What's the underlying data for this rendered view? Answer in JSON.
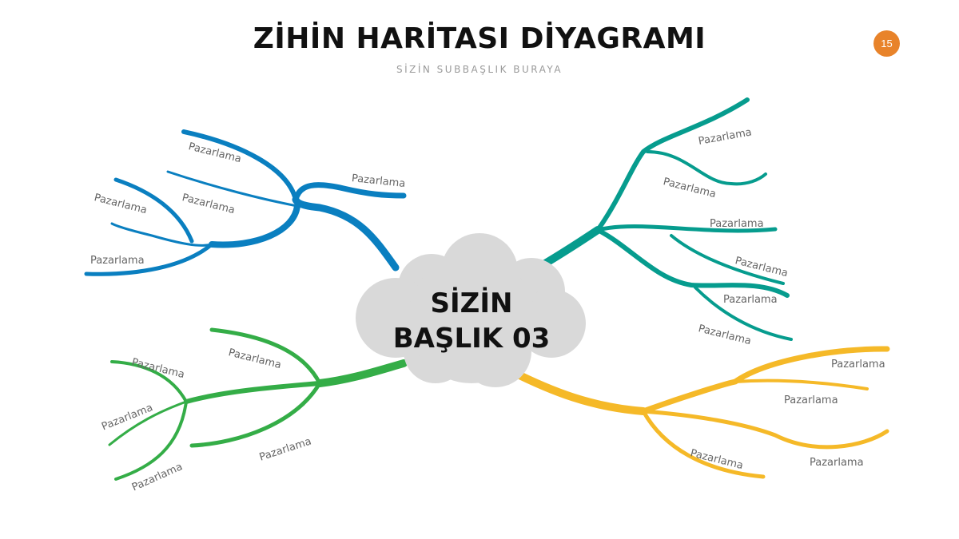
{
  "header": {
    "title": "ZİHİN HARİTASI DİYAGRAMI",
    "subtitle": "SİZİN SUBBAŞLIK BURAYA",
    "page_number": "15"
  },
  "colors": {
    "blue": "#0a7fc0",
    "teal": "#069c8e",
    "green": "#34ad47",
    "yellow": "#f5b928",
    "cloud": "#d9d9d9",
    "badge": "#e8832a"
  },
  "center": {
    "line1": "SİZİN",
    "line2": "BAŞLIK 03"
  },
  "branches": {
    "blue": {
      "labels": [
        "Pazarlama",
        "Pazarlama",
        "Pazarlama",
        "Pazarlama",
        "Pazarlama"
      ]
    },
    "teal": {
      "labels": [
        "Pazarlama",
        "Pazarlama",
        "Pazarlama",
        "Pazarlama",
        "Pazarlama",
        "Pazarlama"
      ]
    },
    "green": {
      "labels": [
        "Pazarlama",
        "Pazarlama",
        "Pazarlama",
        "Pazarlama",
        "Pazarlama"
      ]
    },
    "yellow": {
      "labels": [
        "Pazarlama",
        "Pazarlama",
        "Pazarlama",
        "Pazarlama"
      ]
    }
  }
}
